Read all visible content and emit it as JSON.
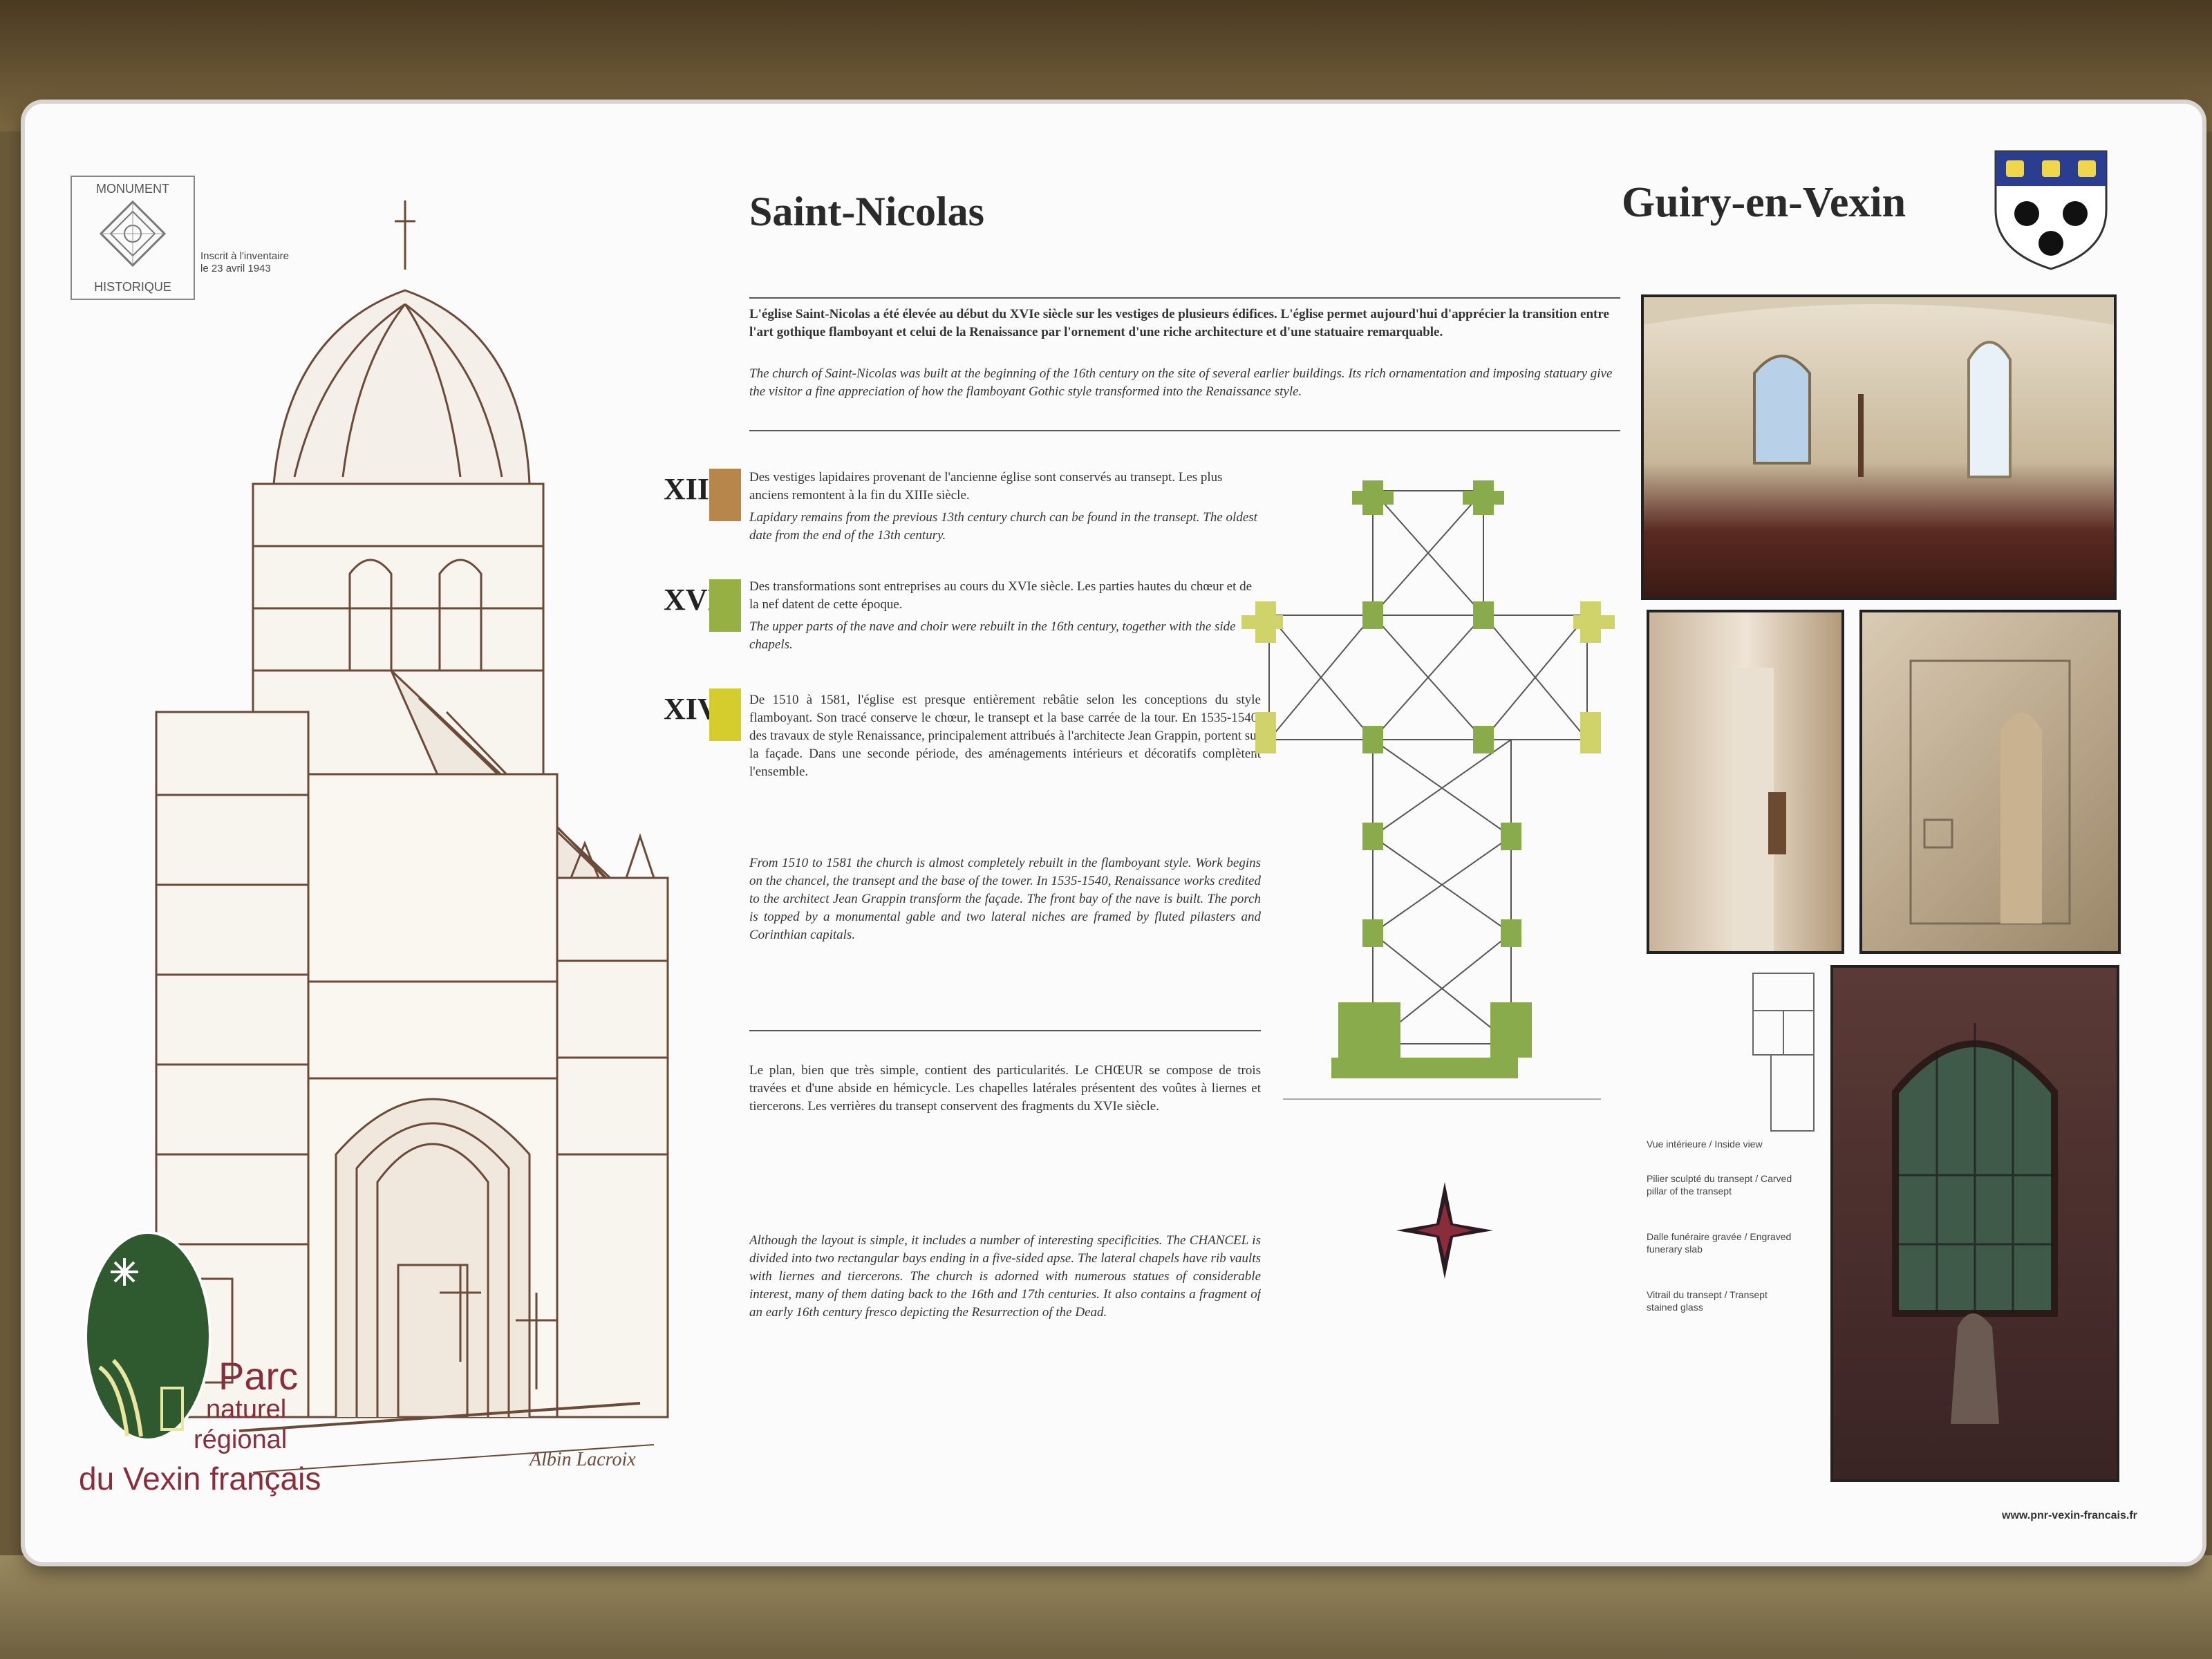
{
  "panel": {
    "title_left": "Saint-Nicolas",
    "title_right": "Guiry-en-Vexin"
  },
  "monument_badge": {
    "line1": "MONUMENT",
    "line2": "HISTORIQUE",
    "note": "Inscrit à l'inventaire le 23 avril 1943"
  },
  "intro": {
    "fr": "L'église Saint-Nicolas a été élevée au début du XVIe siècle sur les vestiges de plusieurs édifices. L'église permet aujourd'hui d'apprécier la transition entre l'art gothique flamboyant et celui de la Renaissance par l'ornement d'une riche architecture et d'une statuaire remarquable.",
    "en": "The church of Saint-Nicolas was built at the beginning of the 16th century on the site of several earlier buildings. Its rich ornamentation and imposing statuary give the visitor a fine appreciation of how the flamboyant Gothic style transformed into the Renaissance style."
  },
  "periods": [
    {
      "label": "XIIIe",
      "color": "#b7864a",
      "fr": "Des vestiges lapidaires provenant de l'ancienne église sont conservés au transept. Les plus anciens remontent à la fin du XIIIe siècle.",
      "en": "Lapidary remains from the previous 13th century church can be found in the transept. The oldest date from the end of the 13th century."
    },
    {
      "label": "XVIe",
      "color": "#97b043",
      "fr": "Des transformations sont entreprises au cours du XVIe siècle. Les parties hautes du chœur et de la nef datent de cette époque.",
      "en": "The upper parts of the nave and choir were rebuilt in the 16th century, together with the side chapels."
    },
    {
      "label": "XIVe",
      "color": "#d5cc2e",
      "fr": "De 1510 à 1581, l'église est presque entièrement rebâtie selon les conceptions du style flamboyant. Son tracé conserve le chœur, le transept et la base carrée de la tour. En 1535-1540, des travaux de style Renaissance, principalement attribués à l'architecte Jean Grappin, portent sur la façade. Dans une seconde période, des aménagements intérieurs et décoratifs complètent l'ensemble.",
      "en": "From 1510 to 1581 the church is almost completely rebuilt in the flamboyant style. Work begins on the chancel, the transept and the base of the tower. In 1535-1540, Renaissance works credited to the architect Jean Grappin transform the façade. The front bay of the nave is built. The porch is topped by a monumental gable and two lateral niches are framed by fluted pilasters and Corinthian capitals."
    }
  ],
  "description": {
    "fr": "Le plan, bien que très simple, contient des particularités. Le CHŒUR se compose de trois travées et d'une abside en hémicycle. Les chapelles latérales présentent des voûtes à liernes et tiercerons. Les verrières du transept conservent des fragments du XVIe siècle.",
    "en": "Although the layout is simple, it includes a number of interesting specificities. The CHANCEL is divided into two rectangular bays ending in a five-sided apse. The lateral chapels have rib vaults with liernes and tiercerons. The church is adorned with numerous statues of considerable interest, many of them dating back to the 16th and 17th centuries. It also contains a fragment of an early 16th century fresco depicting the Resurrection of the Dead."
  },
  "legend": [
    "Vue intérieure / Inside view",
    "Pilier sculpté du transept / Carved pillar of the transept",
    "Dalle funéraire gravée / Engraved funerary slab",
    "Vitrail du transept / Transept stained glass"
  ],
  "parc": {
    "line1": "Parc",
    "line2": "naturel",
    "line3": "régional",
    "line4": "du Vexin français"
  },
  "signature": "Albin Lacroix",
  "footer_url": "www.pnr-vexin-francais.fr",
  "colors": {
    "plan_green": "#8aab4c",
    "plan_yellow": "#cfd36a",
    "brand_maroon": "#8a2d3b",
    "logo_green": "#2f5a2f"
  },
  "icons": [
    "monument-historique-icon",
    "coat-of-arms-icon",
    "compass-rose-icon",
    "parc-logo-icon"
  ]
}
